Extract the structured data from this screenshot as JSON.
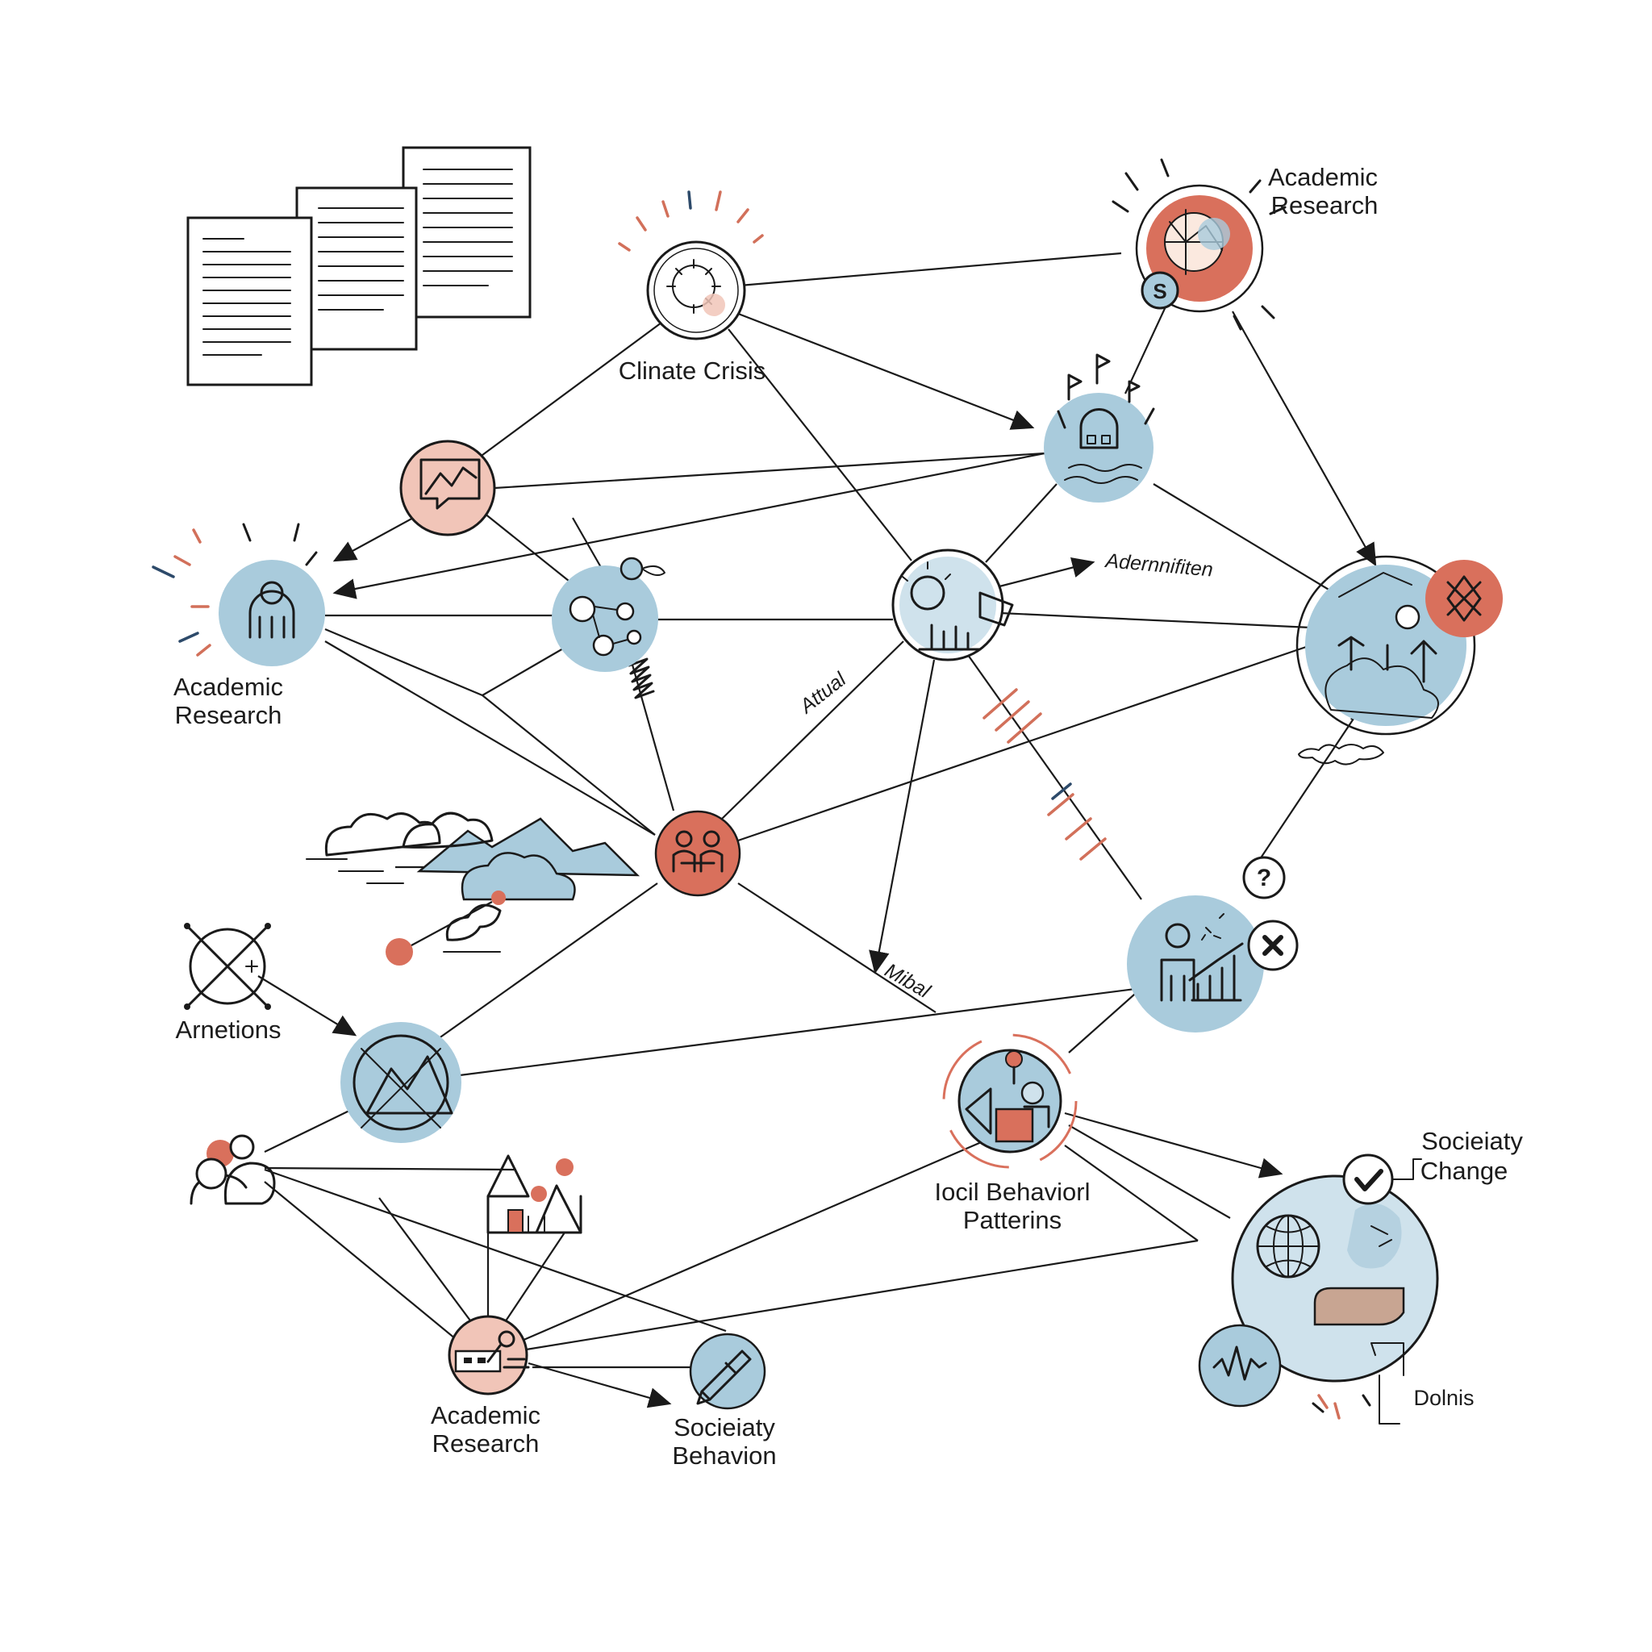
{
  "colors": {
    "node_blue": "#a9cbdc",
    "node_blue_light": "#cfe2ec",
    "node_red": "#d9705c",
    "node_red_light": "#f1c5b8",
    "ink": "#1a1a1a",
    "accent_navy": "#2d4a6a"
  },
  "labels": {
    "climate_crisis": "Clinate Crisis",
    "academic_research_top_1": "Academic",
    "academic_research_top_2": "Research",
    "academic_research_left_1": "Academic",
    "academic_research_left_2": "Research",
    "academic_research_bottom_1": "Academic",
    "academic_research_bottom_2": "Research",
    "social_behavior_1": "Iocil Behaviorl",
    "social_behavior_2": "Patterins",
    "societal_change_1": "Socieiaty",
    "societal_change_2": "Change",
    "societal_behavior_1": "Socieiaty",
    "societal_behavior_2": "Behavion",
    "arnetions": "Arnetions",
    "dolnis": "Dolnis",
    "edge_ademnifiten": "Adernnifiten",
    "edge_attual": "Attual",
    "edge_mibal": "Mibal",
    "s_badge": "S",
    "question_badge": "?"
  },
  "nodes": [
    {
      "id": "climate",
      "icon": "globe-virus-icon",
      "fill": "white"
    },
    {
      "id": "academic-top",
      "icon": "globe-chart-icon",
      "fill": "red"
    },
    {
      "id": "chart-bubble",
      "icon": "trend-chart-icon",
      "fill": "red-light"
    },
    {
      "id": "building",
      "icon": "building-waves-icon",
      "fill": "blue"
    },
    {
      "id": "academic-left",
      "icon": "person-bars-icon",
      "fill": "blue"
    },
    {
      "id": "molecule",
      "icon": "molecule-icon",
      "fill": "blue"
    },
    {
      "id": "hub-center",
      "icon": "sun-bars-hand-icon",
      "fill": "white"
    },
    {
      "id": "world-large",
      "icon": "world-trees-icon",
      "fill": "blue"
    },
    {
      "id": "people-core",
      "icon": "people-icon",
      "fill": "red"
    },
    {
      "id": "analyst",
      "icon": "person-chart-icon",
      "fill": "blue"
    },
    {
      "id": "mountains",
      "icon": "mountains-icon",
      "fill": "blue"
    },
    {
      "id": "social-behavior",
      "icon": "person-desk-icon",
      "fill": "blue"
    },
    {
      "id": "academic-bottom",
      "icon": "research-tools-icon",
      "fill": "red-light"
    },
    {
      "id": "societal-behavior",
      "icon": "pencil-icon",
      "fill": "blue"
    },
    {
      "id": "societal-change",
      "icon": "globe-map-icon",
      "fill": "blue-light"
    },
    {
      "id": "wave",
      "icon": "wave-icon",
      "fill": "blue"
    }
  ]
}
